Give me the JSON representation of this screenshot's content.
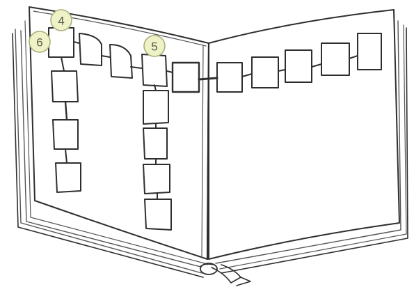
{
  "callouts": [
    {
      "id": "callout-4",
      "label": "4"
    },
    {
      "id": "callout-6",
      "label": "6"
    },
    {
      "id": "callout-5",
      "label": "5"
    }
  ],
  "colors": {
    "ink": "#2e2e2e",
    "callout_fill": "#eef2c6",
    "callout_stroke": "#a7b07a",
    "callout_text": "#5b5b4a"
  }
}
